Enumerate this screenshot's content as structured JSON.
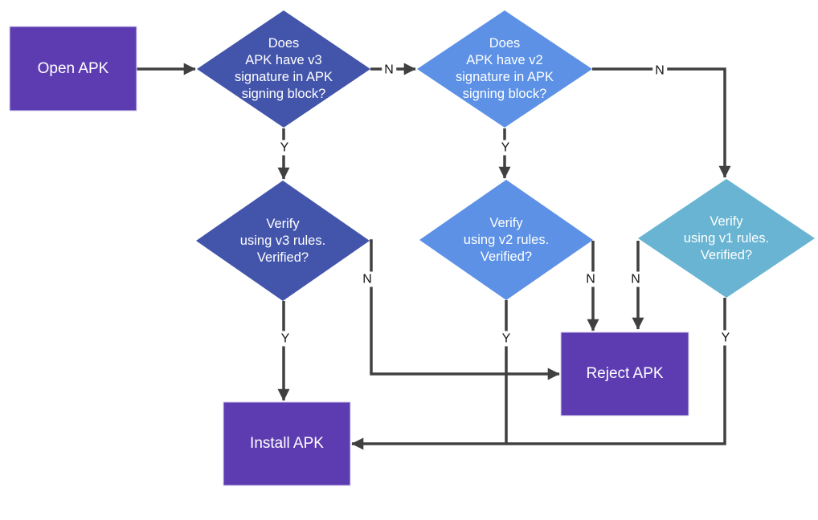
{
  "colors": {
    "process_purple": "#5d3cb2",
    "decision_indigo": "#4355ab",
    "decision_blue": "#5c91e6",
    "decision_teal": "#68b4d2",
    "connector": "#404040",
    "edge_label_text": "#141414",
    "node_text": "#ffffff",
    "background": "#ffffff"
  },
  "nodes": {
    "open_apk": {
      "label": "Open APK",
      "type": "process"
    },
    "q_v3": {
      "label": "Does\nAPK have v3\nsignature in APK\nsigning block?",
      "type": "decision"
    },
    "q_v2": {
      "label": "Does\nAPK have v2\nsignature in APK\nsigning block?",
      "type": "decision"
    },
    "verify_v3": {
      "label": "Verify\nusing v3 rules.\nVerified?",
      "type": "decision"
    },
    "verify_v2": {
      "label": "Verify\nusing v2 rules.\nVerified?",
      "type": "decision"
    },
    "verify_v1": {
      "label": "Verify\nusing v1 rules.\nVerified?",
      "type": "decision"
    },
    "install_apk": {
      "label": "Install APK",
      "type": "process"
    },
    "reject_apk": {
      "label": "Reject APK",
      "type": "process"
    }
  },
  "edge_labels": {
    "qv3_no": "N",
    "qv3_yes": "Y",
    "qv2_no": "N",
    "qv2_yes": "Y",
    "vv3_yes": "Y",
    "vv3_no": "N",
    "vv2_yes": "Y",
    "vv2_no": "N",
    "vv1_no": "N",
    "vv1_yes": "Y"
  }
}
